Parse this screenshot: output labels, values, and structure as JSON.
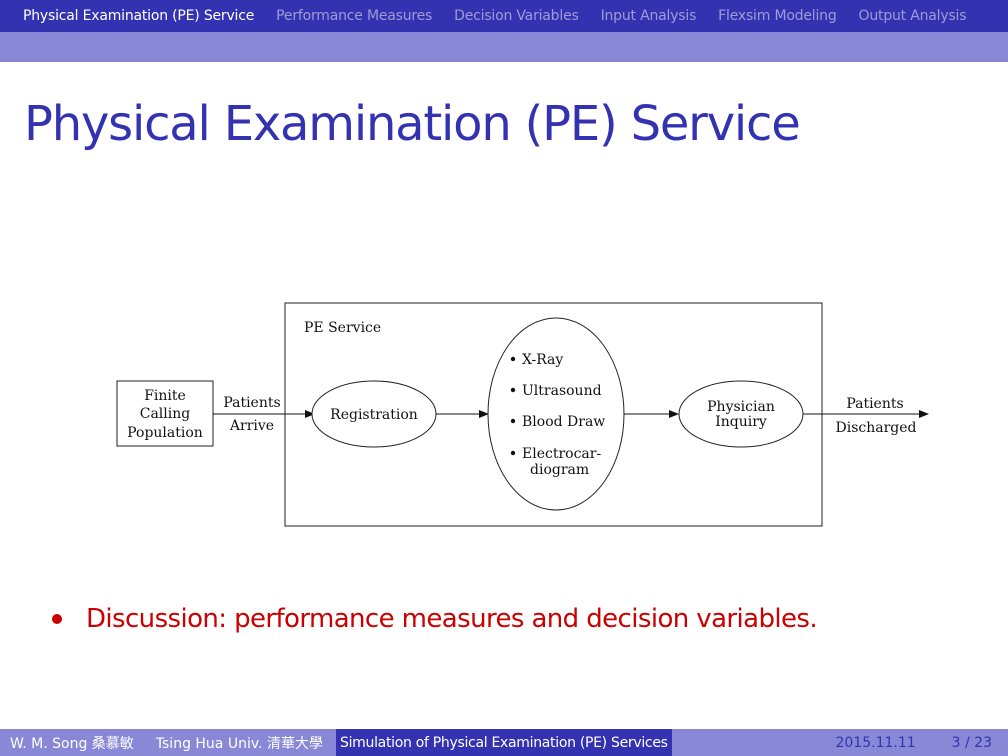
{
  "nav": {
    "items": [
      {
        "label": "Physical Examination (PE) Service",
        "active": true
      },
      {
        "label": "Performance Measures",
        "active": false
      },
      {
        "label": "Decision Variables",
        "active": false
      },
      {
        "label": "Input Analysis",
        "active": false
      },
      {
        "label": "Flexsim Modeling",
        "active": false
      },
      {
        "label": "Output Analysis",
        "active": false
      }
    ]
  },
  "slide": {
    "title": "Physical Examination (PE) Service",
    "bullet": "Discussion: performance measures and decision variables."
  },
  "diagram": {
    "population": [
      "Finite",
      "Calling",
      "Population"
    ],
    "arrive_label": [
      "Patients",
      "Arrive"
    ],
    "service_label": "PE Service",
    "registration": "Registration",
    "exams": [
      "X-Ray",
      "Ultrasound",
      "Blood Draw",
      "Electrocar-",
      "diogram"
    ],
    "physician": [
      "Physician",
      "Inquiry"
    ],
    "discharge_label": [
      "Patients",
      "Discharged"
    ]
  },
  "footer": {
    "author": "W. M. Song 桑慕敏",
    "institute": "Tsing Hua Univ. 清華大學",
    "short_title": "Simulation of Physical Examination (PE) Services",
    "date": "2015.11.11",
    "page": "3 / 23"
  },
  "colors": {
    "primary": "#3333b2",
    "secondary": "#8888d7",
    "alert": "#cc0000"
  }
}
